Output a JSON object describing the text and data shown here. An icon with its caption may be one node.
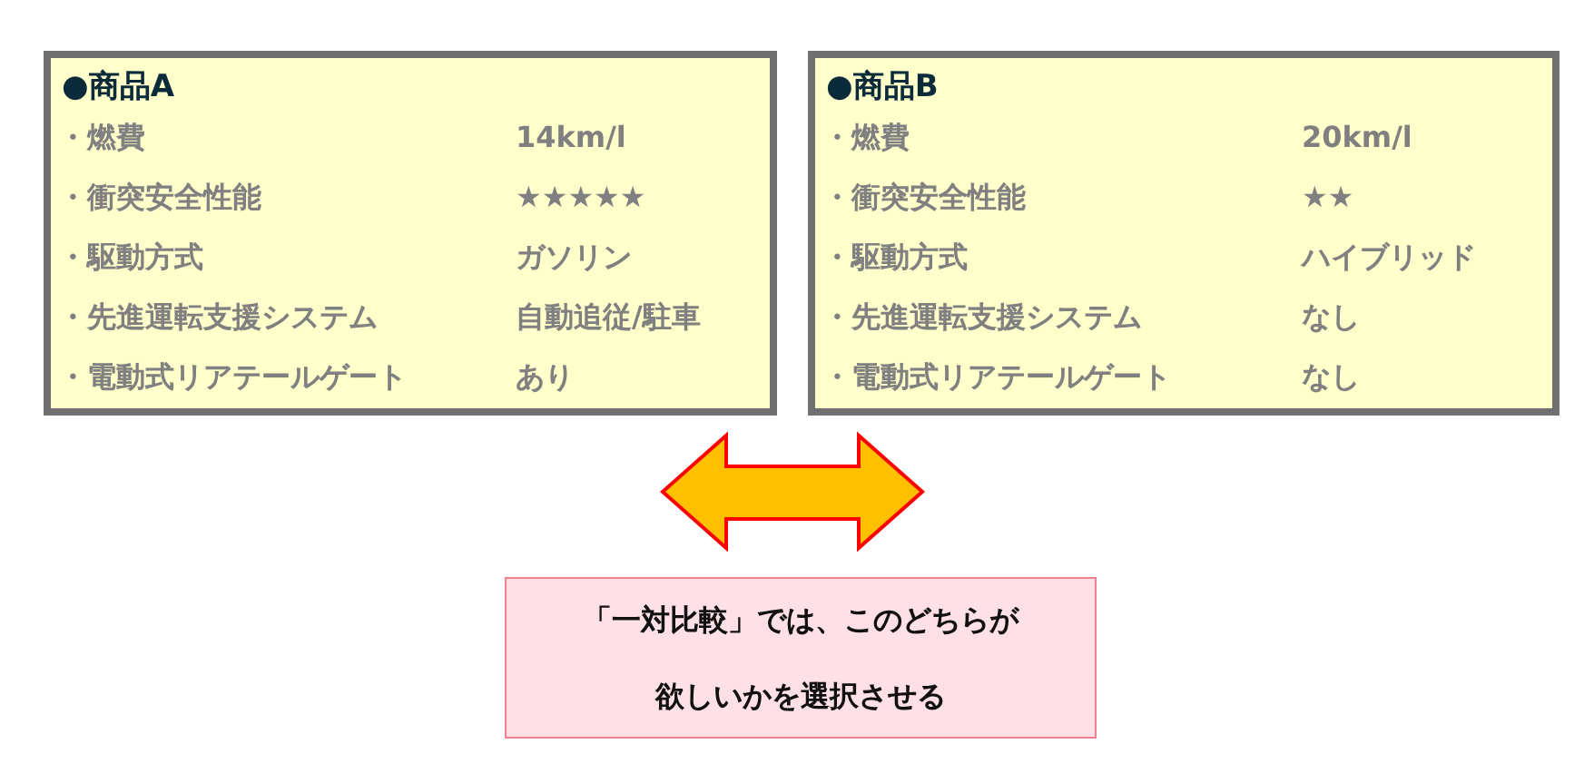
{
  "diagram": {
    "nodes": [
      {
        "text": [
          "●商品A",
          "・燃費",
          "14km/l",
          "・衝突安全性能",
          "★★★★★",
          "・駆動方式",
          "ガソリン",
          "・先進運転支援システム",
          "自動追従/駐車",
          "・電動式リアテールゲート",
          "あり"
        ]
      },
      {
        "text": [
          "●商品B",
          "・燃費",
          "20km/l",
          "・衝突安全性能",
          "★★",
          "・駆動方式",
          "ハイブリッド",
          "・先進運転支援システム",
          "なし",
          "・電動式リアテールゲート",
          "なし"
        ]
      },
      {
        "text": [
          "「一対比較」では、このどちらが欲しいかを選択させる"
        ]
      }
    ]
  }
}
